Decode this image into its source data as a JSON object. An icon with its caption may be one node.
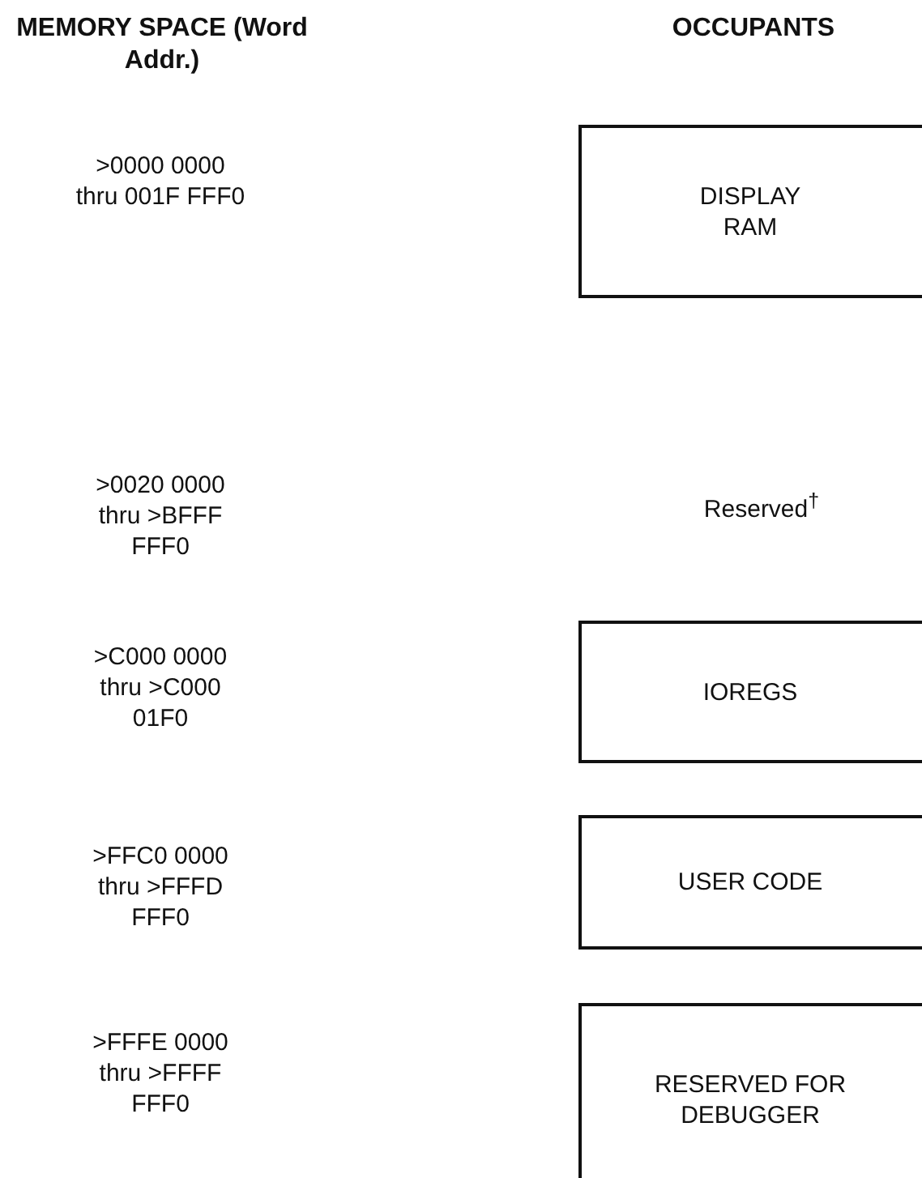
{
  "diagram": {
    "nodes": [
      {
        "text": [
          "DISPLAY RAM"
        ]
      },
      {
        "text": [
          "IOREGS"
        ]
      },
      {
        "text": [
          "USER CODE"
        ]
      },
      {
        "text": [
          "RESERVED FOR DEBUGGER"
        ]
      }
    ],
    "labels": [
      "MEMORY SPACE (Word Addr.)",
      "OCCUPANTS",
      ">0000 0000 thru 001F FFF0",
      ">0020 0000 thru >BFFF FFF0",
      "Reserved$^{†}$",
      ">C000 0000 thru >C000 01F0",
      ">FFC0 0000 thru >FFFD FFF0",
      ">FFFE 0000 thru >FFFF FFF0"
    ]
  }
}
